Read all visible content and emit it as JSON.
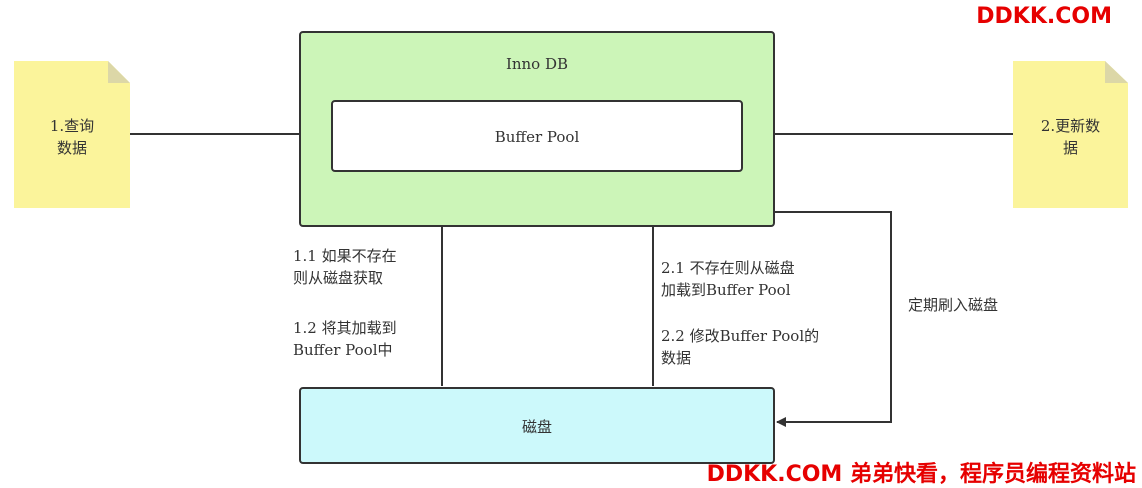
{
  "watermark_top": "DDKK.COM",
  "watermark_bottom": "DDKK.COM 弟弟快看，程序员编程资料站",
  "nodes": {
    "innodb": "Inno DB",
    "buffer_pool": "Buffer Pool",
    "disk": "磁盘"
  },
  "notes": {
    "query": [
      "1.查询",
      "数据"
    ],
    "update": [
      "2.更新数",
      "据"
    ]
  },
  "annotations": {
    "a1_1": [
      "1.1 如果不存在",
      "则从磁盘获取"
    ],
    "a1_2": [
      "1.2 将其加载到",
      "Buffer Pool中"
    ],
    "a2_1": [
      "2.1 不存在则从磁盘",
      "加载到Buffer Pool"
    ],
    "a2_2": [
      "2.2 修改Buffer Pool的",
      "数据"
    ],
    "flush": "定期刷入磁盘"
  },
  "colors": {
    "innodb_fill": "#ccf5b8",
    "disk_fill": "#ccf9fb",
    "note_fill": "#fbf49b",
    "note_fold": "#dcd7a7",
    "watermark": "#e60000",
    "stroke": "#333333"
  }
}
